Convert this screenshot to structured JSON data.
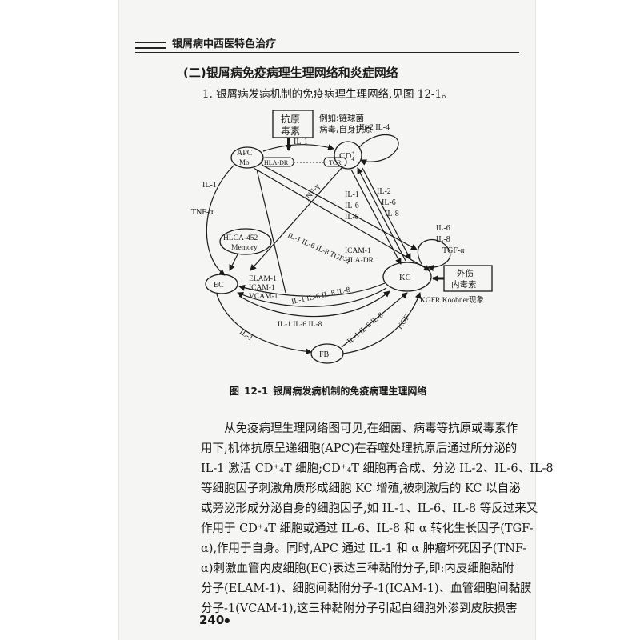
{
  "running_head": "银屑病中西医特色治疗",
  "section_heading": "(二)银屑病免疫病理生理网络和炎症网络",
  "intro_line": "1. 银屑病发病机制的免疫病理生理网络,见图 12-1。",
  "diagram": {
    "antigen_box": [
      "抗原",
      "毒素"
    ],
    "antigen_note": [
      "例如:链球菌",
      "病毒,自身抗原"
    ],
    "apc": [
      "APC",
      "Mo"
    ],
    "hla_dr_left": "HLA-DR",
    "tcr": "TCR",
    "cd4": "CD",
    "cd4_sup": "+",
    "cd4_sub": "4",
    "il1_top": "IL-1",
    "il2_il4": "IL-2  IL-4",
    "il1_left": "IL-1",
    "tnf_left": "TNF-α",
    "ifn": "INF-γ",
    "hlca": [
      "HLCA-452",
      "Memory"
    ],
    "ec": "EC",
    "elam": "ELAM-1",
    "icam_ec": "ICAM-1",
    "vcam": "VCAM-1",
    "cd4_down_left": [
      "IL-1",
      "IL-6",
      "IL-8"
    ],
    "cd4_down_right": [
      "IL-2",
      "IL-6",
      "IL-8"
    ],
    "icam_kc": "ICAM-1",
    "hla_dr_kc": "HLA-DR",
    "kc": "KC",
    "kc_self": [
      "IL-6",
      "IL-8",
      "TGF-α"
    ],
    "trauma_box": [
      "外伤",
      "内毒素"
    ],
    "kgfr": "KGFR Koobner现象",
    "diag_upper": "IL-1  IL-6  IL-8  TGF-α",
    "arc_inner": "IL-1  IL-6  IL-8  IL-8",
    "arc_inner_low": "IL-1   IL-6   IL-8",
    "il1_fb": "IL-1",
    "fb": "FB",
    "fb_kc": "IL-1  IL-6  IL-8",
    "kgf": "KGF"
  },
  "figure_caption": "图 12-1   银屑病发病机制的免疫病理生理网络",
  "body_lines": [
    "从免疫病理生理网络图可见,在细菌、病毒等抗原或毒素作",
    "用下,机体抗原呈递细胞(APC)在吞噬处理抗原后通过所分泌的",
    "IL-1 激活 CD⁺₄T 细胞;CD⁺₄T 细胞再合成、分泌 IL-2、IL-6、IL-8",
    "等细胞因子刺激角质形成细胞 KC 增殖,被刺激后的 KC 以自泌",
    "或旁泌形成分泌自身的细胞因子,如 IL-1、IL-6、IL-8 等反过来又",
    "作用于 CD⁺₄T 细胞或通过 IL-6、IL-8 和 α 转化生长因子(TGF-",
    "α),作用于自身。同时,APC 通过 IL-1 和 α 肿瘤坏死因子(TNF-",
    "α)刺激血管内皮细胞(EC)表达三种黏附分子,即:内皮细胞黏附",
    "分子(ELAM-1)、细胞间黏附分子-1(ICAM-1)、血管细胞间黏膜",
    "分子-1(VCAM-1),这三种黏附分子引起白细胞外渗到皮肤损害"
  ],
  "page_number": "240",
  "page_number_mark": "●"
}
